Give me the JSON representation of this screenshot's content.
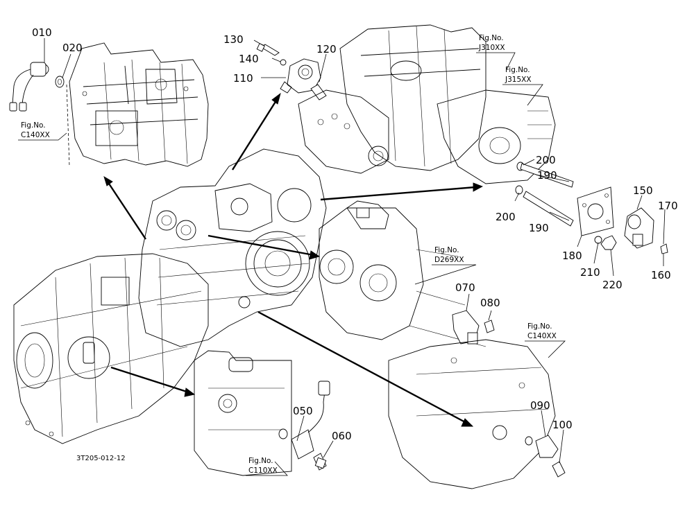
{
  "callouts": [
    {
      "key": "p010",
      "label": "010"
    },
    {
      "key": "p020",
      "label": "020"
    },
    {
      "key": "p130",
      "label": "130"
    },
    {
      "key": "p140",
      "label": "140"
    },
    {
      "key": "p110",
      "label": "110"
    },
    {
      "key": "p120",
      "label": "120"
    },
    {
      "key": "p200a",
      "label": "200"
    },
    {
      "key": "p190a",
      "label": "190"
    },
    {
      "key": "p200b",
      "label": "200"
    },
    {
      "key": "p190b",
      "label": "190"
    },
    {
      "key": "p150",
      "label": "150"
    },
    {
      "key": "p170",
      "label": "170"
    },
    {
      "key": "p180",
      "label": "180"
    },
    {
      "key": "p210",
      "label": "210"
    },
    {
      "key": "p220",
      "label": "220"
    },
    {
      "key": "p160",
      "label": "160"
    },
    {
      "key": "p070",
      "label": "070"
    },
    {
      "key": "p080",
      "label": "080"
    },
    {
      "key": "p050",
      "label": "050"
    },
    {
      "key": "p060",
      "label": "060"
    },
    {
      "key": "p090",
      "label": "090"
    },
    {
      "key": "p100",
      "label": "100"
    }
  ],
  "figure_refs": [
    {
      "key": "f_c140_top",
      "heading": "Fig.No.",
      "code": "C140XX"
    },
    {
      "key": "f_j310",
      "heading": "Fig.No.",
      "code": "J310XX"
    },
    {
      "key": "f_j315",
      "heading": "Fig.No.",
      "code": "J315XX"
    },
    {
      "key": "f_d269",
      "heading": "Fig.No.",
      "code": "D269XX"
    },
    {
      "key": "f_c140_right",
      "heading": "Fig.No.",
      "code": "C140XX"
    },
    {
      "key": "f_c110",
      "heading": "Fig.No.",
      "code": "C110XX"
    }
  ],
  "drawing_code": "3T205-012-12"
}
